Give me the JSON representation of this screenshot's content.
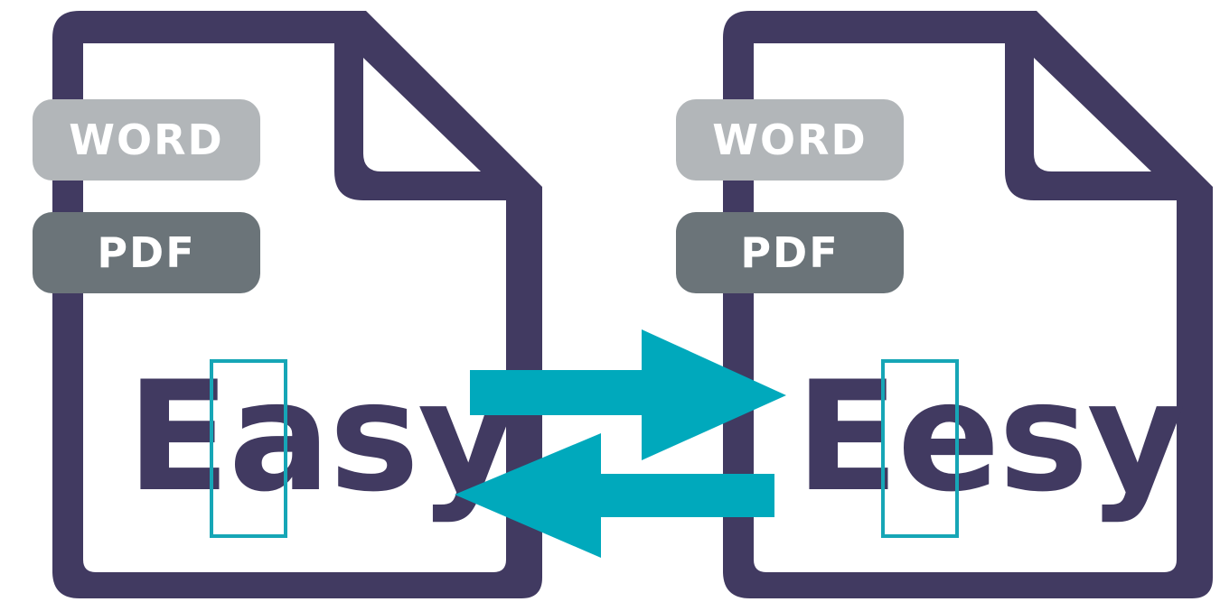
{
  "colors": {
    "outline": "#413a61",
    "word_tag": "#b2b6b9",
    "pdf_tag": "#6b7479",
    "accent": "#00a9bc",
    "highlight": "#16a6b6"
  },
  "left_document": {
    "icon": "document-icon",
    "tag_word": "WORD",
    "tag_pdf": "PDF",
    "text": "Easy",
    "highlighted_letter": "a"
  },
  "right_document": {
    "icon": "document-icon",
    "tag_word": "WORD",
    "tag_pdf": "PDF",
    "text": "Eesy",
    "highlighted_letter": "e"
  },
  "arrows": {
    "icon": "swap-arrows-icon"
  }
}
